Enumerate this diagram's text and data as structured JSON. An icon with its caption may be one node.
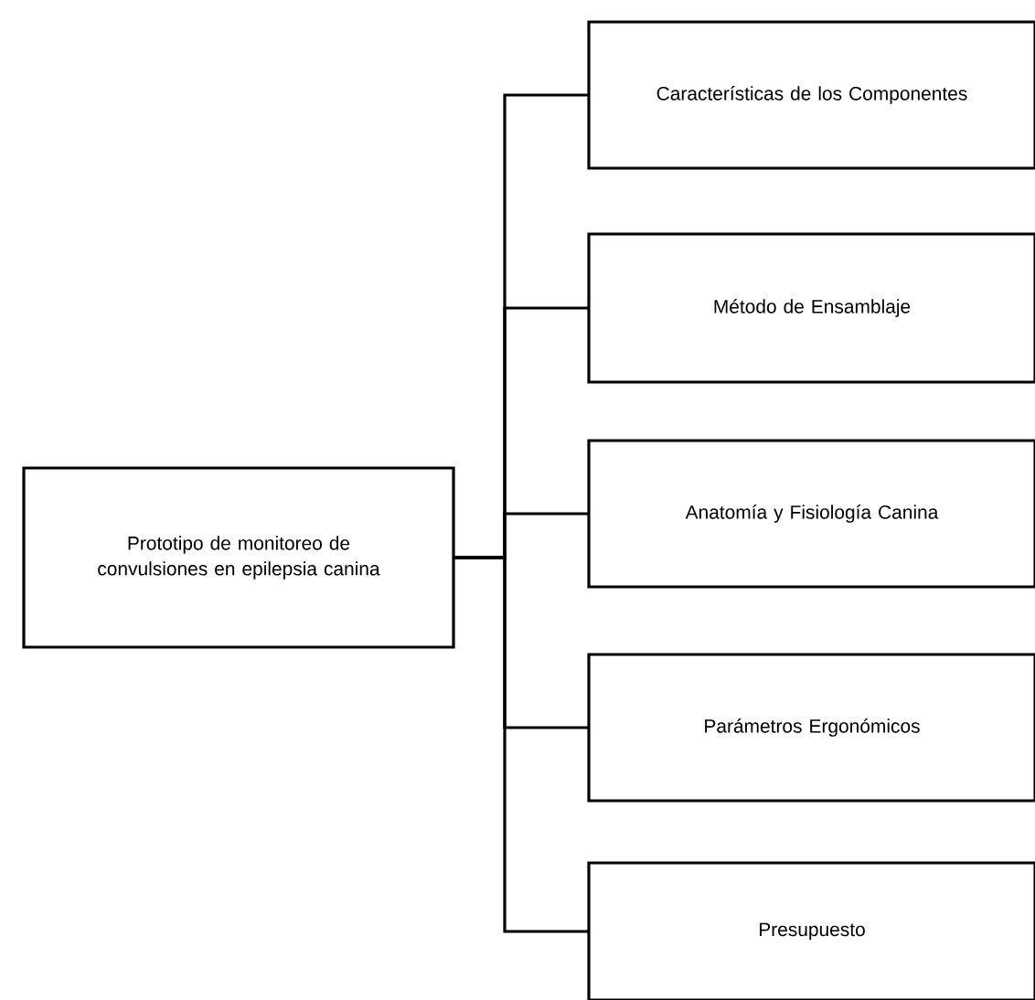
{
  "diagram": {
    "nodes": [
      {
        "text": [
          "Prototipo de monitoreo de convulsiones en epilepsia canina"
        ]
      },
      {
        "text": [
          "Características de los Componentes"
        ]
      },
      {
        "text": [
          "Método de Ensamblaje"
        ]
      },
      {
        "text": [
          "Anatomía y Fisiología Canina"
        ]
      },
      {
        "text": [
          "Parámetros Ergonómicos"
        ]
      },
      {
        "text": [
          "Presupuesto"
        ]
      }
    ],
    "edges": [
      {
        "from": 0,
        "to": 1,
        "arrow": "none"
      },
      {
        "from": 0,
        "to": 2,
        "arrow": "none"
      },
      {
        "from": 0,
        "to": 3,
        "arrow": "none"
      },
      {
        "from": 0,
        "to": 4,
        "arrow": "none"
      },
      {
        "from": 0,
        "to": 5,
        "arrow": "none"
      }
    ]
  }
}
